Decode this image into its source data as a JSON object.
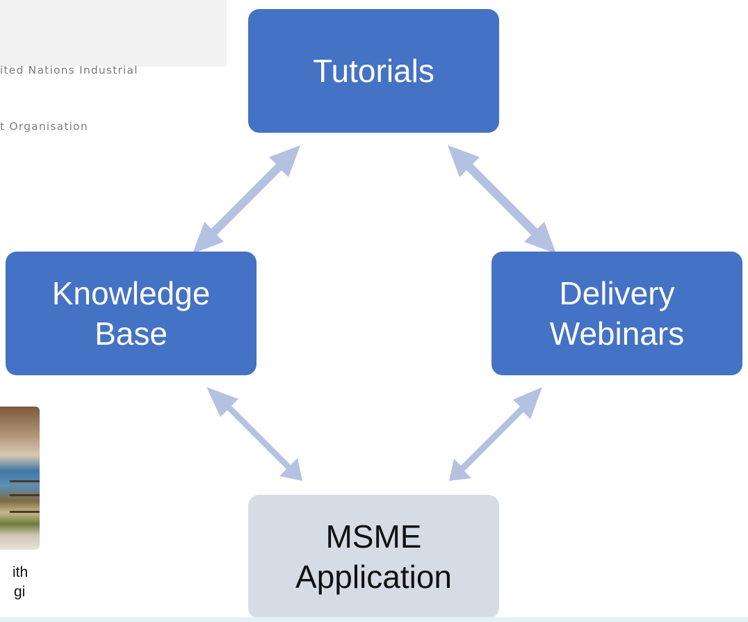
{
  "logo": {
    "line1": "ited Nations Industrial",
    "line2": "t Organisation"
  },
  "caption": {
    "line1": "ith",
    "line2": "gi"
  },
  "diagram": {
    "top": "Tutorials",
    "left": [
      "Knowledge",
      "Base"
    ],
    "right": [
      "Delivery",
      "Webinars"
    ],
    "bottom": [
      "MSME",
      "Application"
    ]
  },
  "colors": {
    "box_blue": "#4472c4",
    "box_grey": "#d6dce5",
    "arrow": "#b4c1e1"
  }
}
